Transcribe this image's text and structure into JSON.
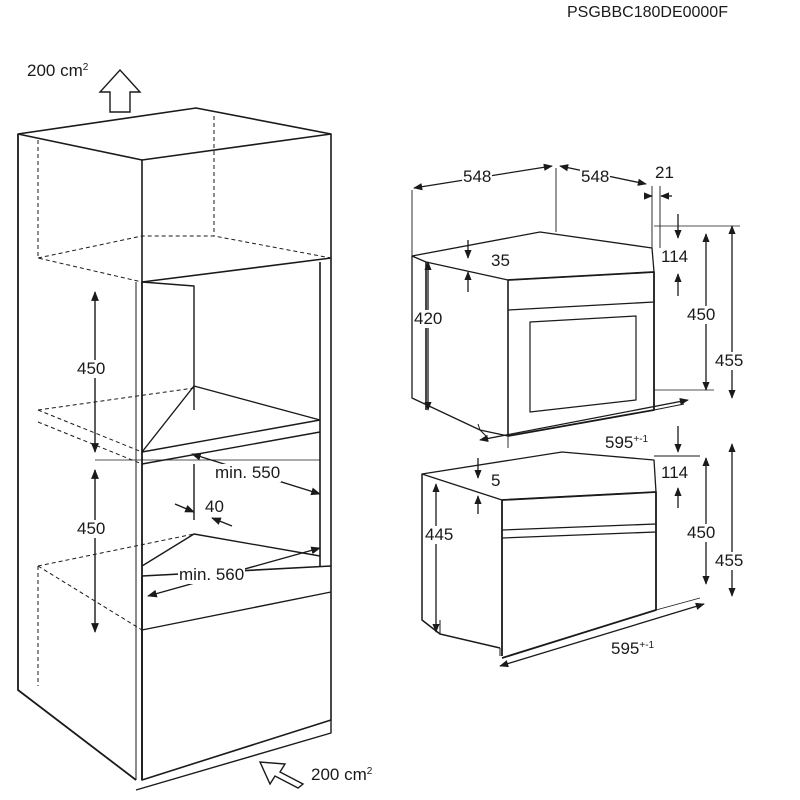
{
  "doc_code": "PSGBBC180DE0000F",
  "airflow": {
    "top": "200 cm",
    "bottom": "200 cm",
    "unit_exp": "2"
  },
  "cabinet": {
    "upper_height": "450",
    "lower_height": "450",
    "depth_min": "min. 550",
    "width_min": "min. 560",
    "gap": "40"
  },
  "top_appliance": {
    "width_left": "548",
    "width_right": "548",
    "panel": "21",
    "inset": "35",
    "body_height": "420",
    "top_offset": "114",
    "front_height": "450",
    "total_height": "455",
    "front_width": "595",
    "tolerance": "+-1"
  },
  "bottom_appliance": {
    "inset": "5",
    "body_height": "445",
    "top_offset": "114",
    "front_height": "450",
    "total_height": "455",
    "front_width": "595",
    "tolerance": "+-1"
  }
}
